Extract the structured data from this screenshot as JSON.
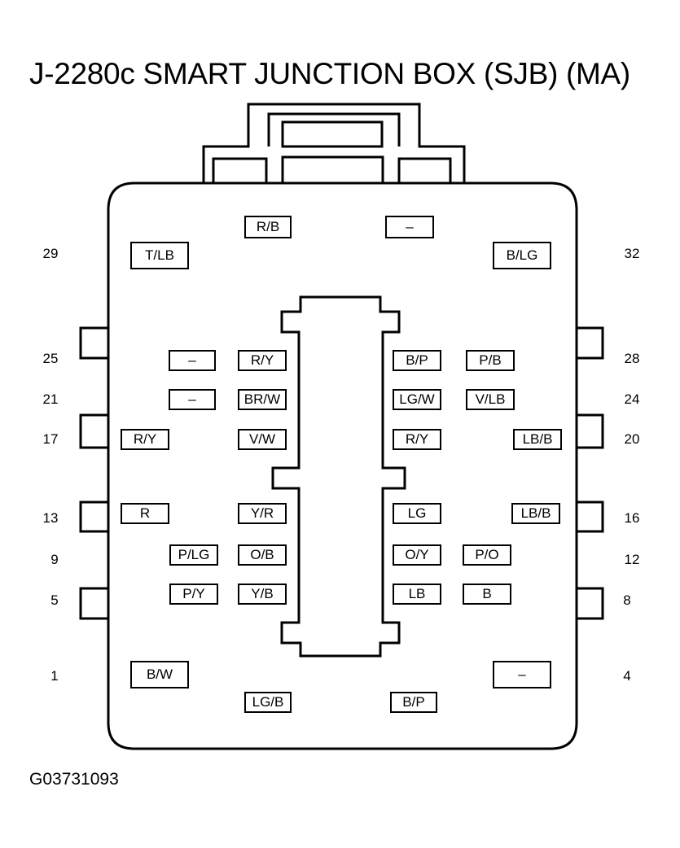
{
  "title": "J-2280c SMART JUNCTION BOX (SJB) (MA)",
  "figure_id": "G03731093",
  "pin_numbers": {
    "p29": "29",
    "p25": "25",
    "p21": "21",
    "p17": "17",
    "p13": "13",
    "p9": "9",
    "p5": "5",
    "p1": "1",
    "p32": "32",
    "p28": "28",
    "p24": "24",
    "p20": "20",
    "p16": "16",
    "p12": "12",
    "p8": "8",
    "p4": "4"
  },
  "wires": {
    "top_rb": "R/B",
    "top_dash": "–",
    "tlb": "T/LB",
    "blg": "B/LG",
    "l1_dash": "–",
    "l1_ry": "R/Y",
    "r1_bp": "B/P",
    "r1_pb": "P/B",
    "l2_dash": "–",
    "l2_brw": "BR/W",
    "r2_lgw": "LG/W",
    "r2_vlb": "V/LB",
    "l3_ry": "R/Y",
    "l3_vw": "V/W",
    "r3_ry": "R/Y",
    "r3_lbb": "LB/B",
    "l4_r": "R",
    "l4_yr": "Y/R",
    "r4_lg": "LG",
    "r4_lbb": "LB/B",
    "l5_plg": "P/LG",
    "l5_ob": "O/B",
    "r5_oy": "O/Y",
    "r5_po": "P/O",
    "l6_py": "P/Y",
    "l6_yb": "Y/B",
    "r6_lb": "LB",
    "r6_b": "B",
    "bw": "B/W",
    "br_dash": "–",
    "bot_lgb": "LG/B",
    "bot_bp": "B/P"
  }
}
